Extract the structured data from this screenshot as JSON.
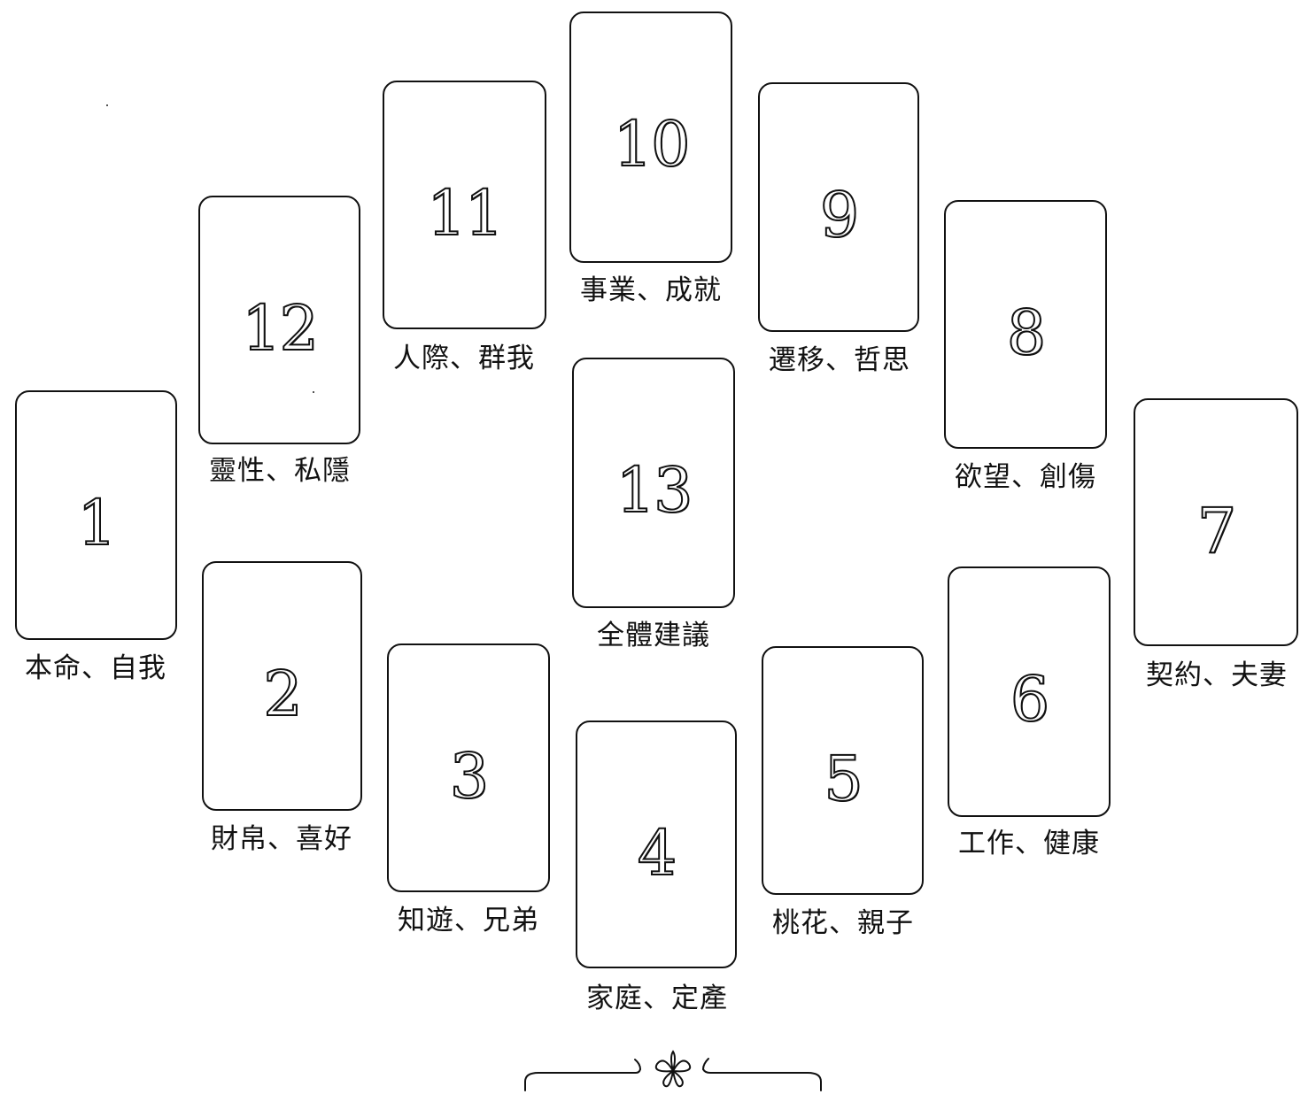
{
  "positions": [
    {
      "number": "1",
      "label": "本命、自我"
    },
    {
      "number": "2",
      "label": "財帛、喜好"
    },
    {
      "number": "3",
      "label": "知遊、兄弟"
    },
    {
      "number": "4",
      "label": "家庭、定產"
    },
    {
      "number": "5",
      "label": "桃花、親子"
    },
    {
      "number": "6",
      "label": "工作、健康"
    },
    {
      "number": "7",
      "label": "契約、夫妻"
    },
    {
      "number": "8",
      "label": "欲望、創傷"
    },
    {
      "number": "9",
      "label": "遷移、哲思"
    },
    {
      "number": "10",
      "label": "事業、成就"
    },
    {
      "number": "11",
      "label": "人際、群我"
    },
    {
      "number": "12",
      "label": "靈性、私隱"
    },
    {
      "number": "13",
      "label": "全體建議"
    }
  ]
}
